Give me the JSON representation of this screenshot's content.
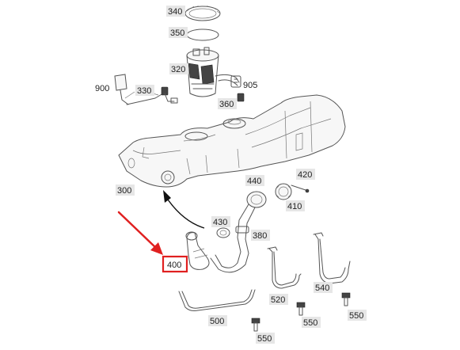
{
  "labels": {
    "p340": "340",
    "p350": "350",
    "p320": "320",
    "p900": "900",
    "p330": "330",
    "p905": "905",
    "p360": "360",
    "p300": "300",
    "p420": "420",
    "p440": "440",
    "p410": "410",
    "p430": "430",
    "p380": "380",
    "p400": "400",
    "p520": "520",
    "p540": "540",
    "p500": "500",
    "p550a": "550",
    "p550b": "550",
    "p550c": "550"
  },
  "highlight": {
    "part": "400",
    "color": "#e02020"
  },
  "colors": {
    "line": "#555555",
    "label_background": "#e6e6e6"
  }
}
